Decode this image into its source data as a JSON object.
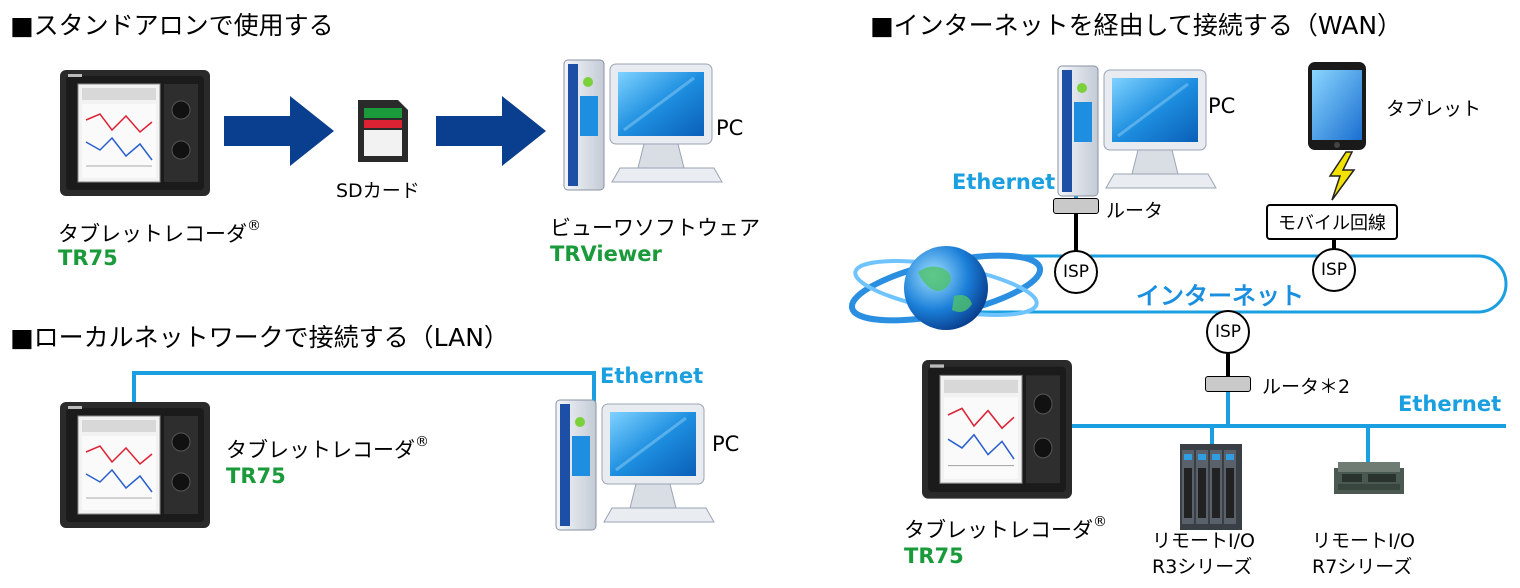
{
  "standalone": {
    "heading": "■スタンドアロンで使用する",
    "recorder_label": "タブレットレコーダ",
    "recorder_model": "TR75",
    "reg_mark": "®",
    "sd_label": "SDカード",
    "pc_label": "PC",
    "viewer_label": "ビューワソフトウェア",
    "viewer_name": "TRViewer"
  },
  "lan": {
    "heading": "■ローカルネットワークで接続する（LAN）",
    "ethernet": "Ethernet",
    "recorder_label": "タブレットレコーダ",
    "recorder_model": "TR75",
    "reg_mark": "®",
    "pc_label": "PC"
  },
  "wan": {
    "heading": "■インターネットを経由して接続する（WAN）",
    "pc_label": "PC",
    "tablet_label": "タブレット",
    "ethernet_pc": "Ethernet",
    "router_top": "ルータ",
    "mobile_line": "モバイル回線",
    "isp": "ISP",
    "internet": "インターネット",
    "router_bottom": "ルータ＊2",
    "ethernet_bus": "Ethernet",
    "recorder_label": "タブレットレコーダ",
    "recorder_model": "TR75",
    "reg_mark": "®",
    "remote_r3_line1": "リモートI/O",
    "remote_r3_line2": "R3シリーズ",
    "remote_r7_line1": "リモートI/O",
    "remote_r7_line2": "R7シリーズ"
  },
  "colors": {
    "arrow": "#0a3e8e",
    "ethernet_line": "#1aa0e0",
    "model_green": "#1a9a3a"
  }
}
